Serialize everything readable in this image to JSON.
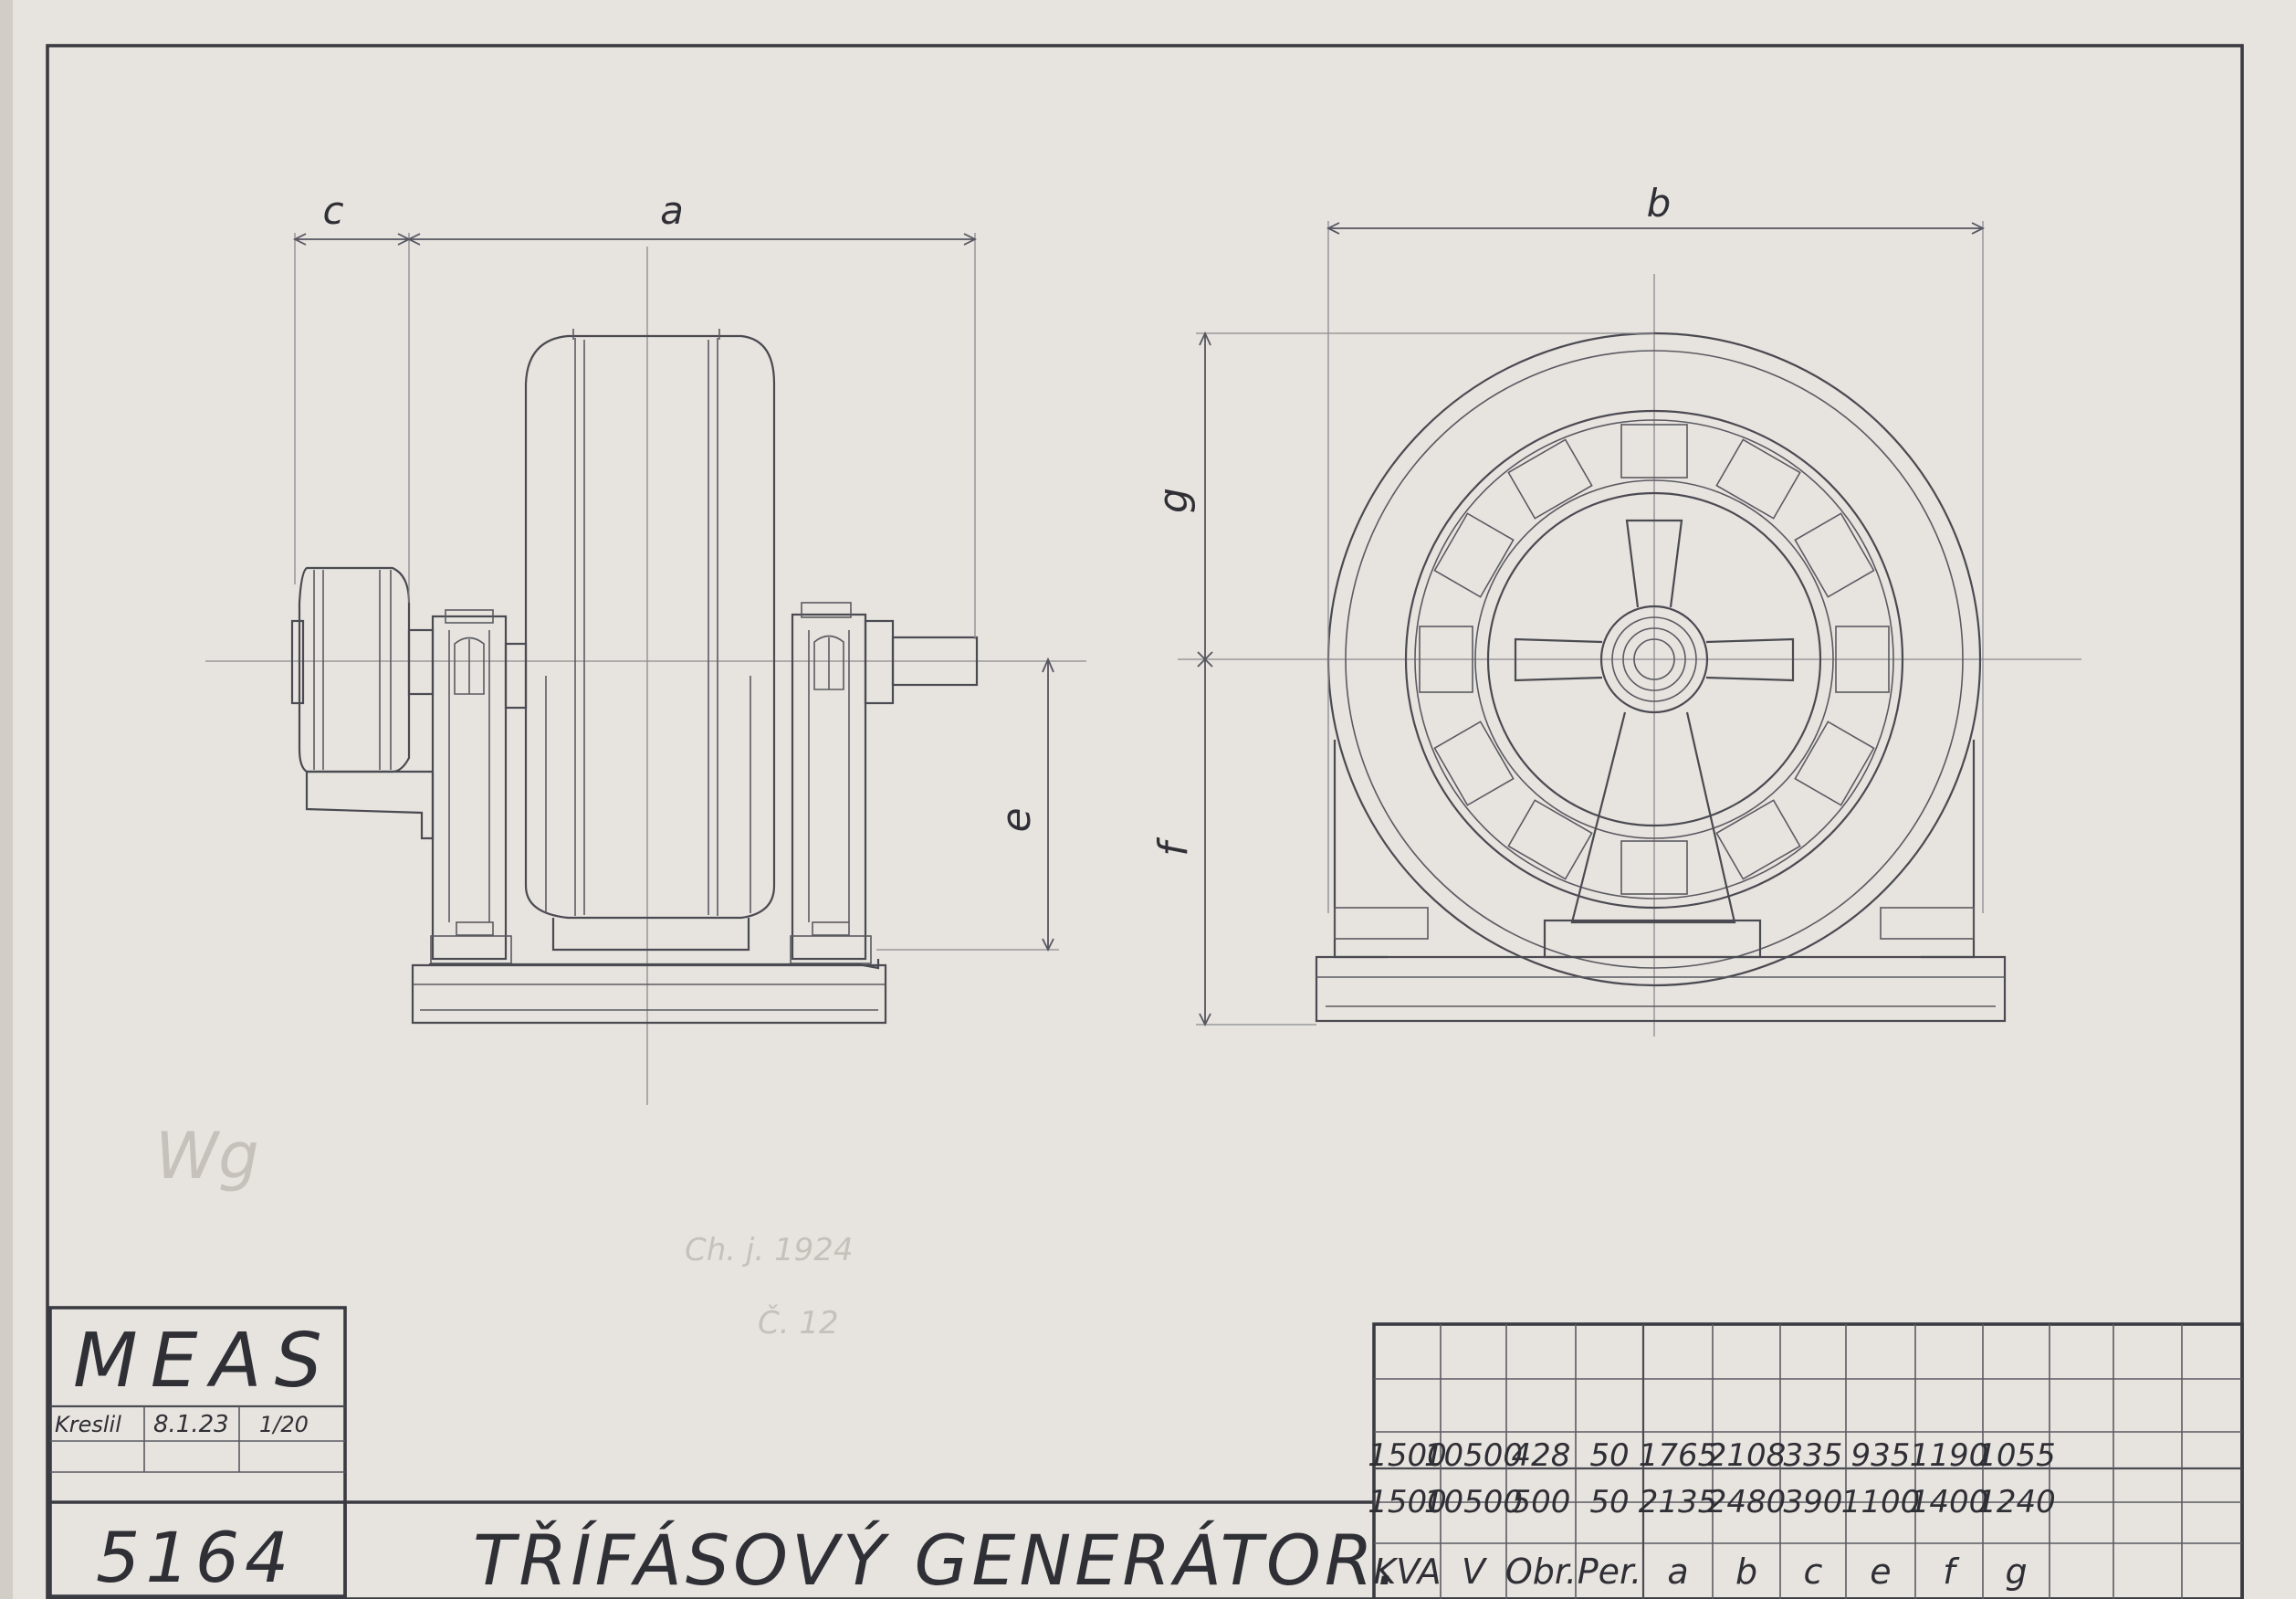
{
  "drawing": {
    "title": "TŘÍFÁSOVÝ GENERÁTOR.",
    "number": "5164",
    "company": "MEAS",
    "drawn_label": "Kreslil",
    "drawn_date": "8.1.23",
    "scale": "1/20",
    "dimension_letters": {
      "a": "a",
      "b": "b",
      "c": "c",
      "e": "e",
      "f": "f",
      "g": "g"
    },
    "faint_notes": [
      "Ch. j. 1924",
      "Č. 12"
    ],
    "pencil_initials": "Wg"
  },
  "spec_table": {
    "headers": [
      "KVA",
      "V",
      "Obr.",
      "Per.",
      "a",
      "b",
      "c",
      "e",
      "f",
      "g"
    ],
    "rows": [
      [
        "1500",
        "10500",
        "428",
        "50",
        "1765",
        "2108",
        "335",
        "935",
        "1190",
        "1055"
      ],
      [
        "1500",
        "10500",
        "500",
        "50",
        "2135",
        "2480",
        "390",
        "1100",
        "1400",
        "1240"
      ]
    ]
  }
}
